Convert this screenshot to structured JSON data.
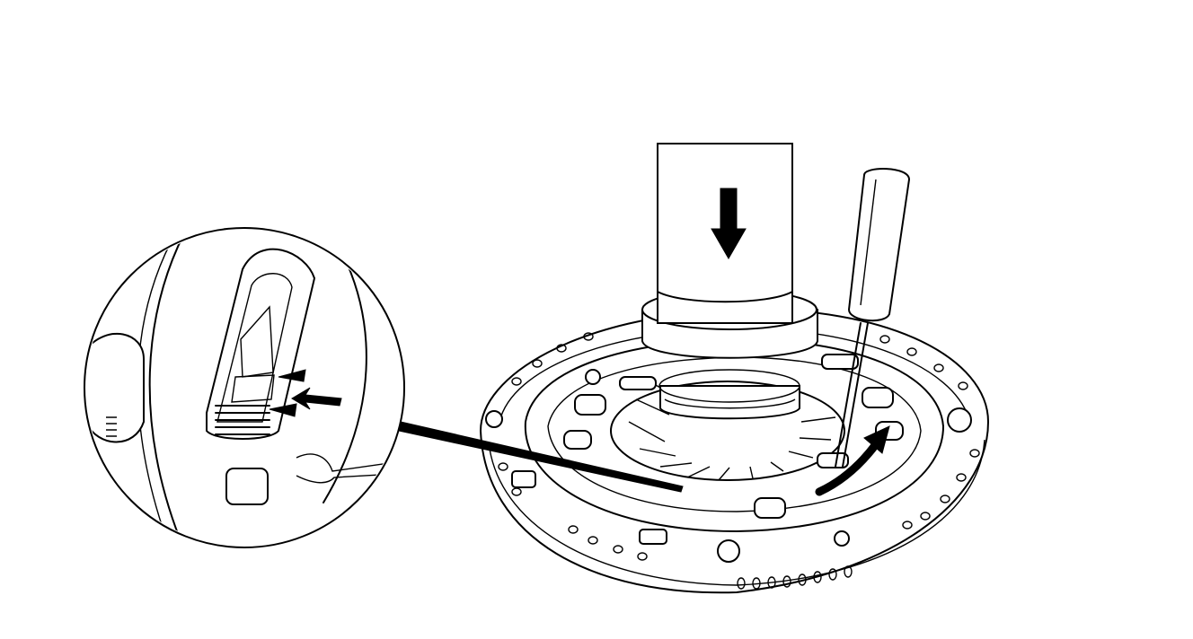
{
  "figure": {
    "colors": {
      "ink": "#000000",
      "background": "#ffffff"
    },
    "components": [
      "press-tool-cylinder",
      "clutch-pressure-plate",
      "screwdriver",
      "detail-magnifier-circle",
      "callout-arrow",
      "force-arrow-down",
      "rotation-arrow",
      "pointer-arrows"
    ]
  }
}
